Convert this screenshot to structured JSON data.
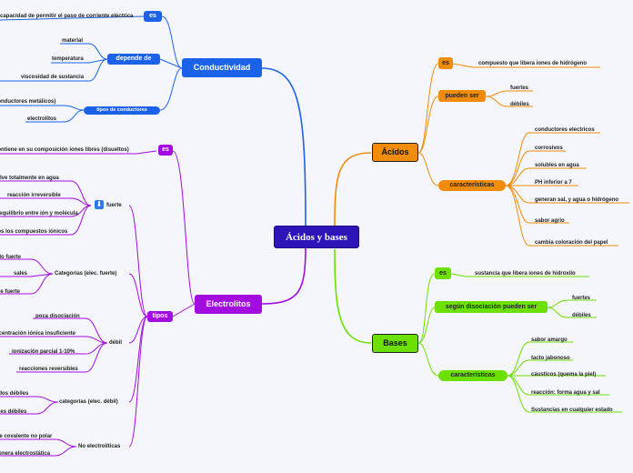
{
  "central": "Ácidos y bases",
  "conductividad": {
    "title": "Conductividad",
    "es": "es",
    "es_text": "capacidad de permitir el paso de corriente eléctrica",
    "depende": "depende de",
    "depende_items": [
      "material",
      "temperatura",
      "viscosidad de sustancia"
    ],
    "tipos": "tipos de conductores",
    "tipos_items": [
      "(conductores metálicos)",
      "electrolitos"
    ]
  },
  "acidos": {
    "title": "Ácidos",
    "es": "es",
    "es_text": "compuesto que libera iones de hidrógeno",
    "pueden": "pueden ser",
    "pueden_items": [
      "fuertes",
      "débiles"
    ],
    "caract": "características",
    "caract_items": [
      "conductores electricos",
      "corrosivos",
      "solubles en agua",
      "PH inferior a 7",
      "generan sal, y agua o hidrógeno",
      "sabor agrio",
      "cambia coloración del papel"
    ]
  },
  "bases": {
    "title": "Bases",
    "es": "es",
    "es_text": "sustancia que libera iones de hidroxilo",
    "segun": "según disociación pueden ser",
    "segun_items": [
      "fuertes",
      "débiles"
    ],
    "caract": "características",
    "caract_items": [
      "sabor amargo",
      "tacto jabonoso",
      "cáusticos (quema la piel)",
      "reacción: forma agua y sal",
      "Sustancias en cualquier estado"
    ]
  },
  "electrolitos": {
    "title": "Electrolitos",
    "es": "es",
    "es_text": "contiene en su composición iones libres (disueltos)",
    "tipos": "tipos",
    "fuerte": "fuerte",
    "fuerte_items": [
      "se disuelve totalmente en agua",
      "reacción irreversible",
      "no hay equilibrio entre ión y molécula",
      "todos los compuestos iónicos"
    ],
    "cat_fuerte": "Categorías (elec. fuerte)",
    "cat_fuerte_items": [
      "ácido fuerte",
      "sales",
      "base fuerte"
    ],
    "debil": "débil",
    "debil_items": [
      "poca disociación",
      "concentración iónica insuficiente",
      "ionización parcial 1-10%",
      "reacciones reversibles"
    ],
    "cat_debil": "categorías (elec. débil)",
    "cat_debil_items": [
      "ácidos débiles",
      "bases débiles"
    ],
    "no_elec": "No electrolíticas",
    "no_elec_items": [
      "enlace covalente no polar",
      "no genera electrostática"
    ]
  },
  "colors": {
    "central": "#2c14b8",
    "blue": "#1c62e8",
    "orange": "#f08c0a",
    "green": "#6ce000",
    "purple": "#a30ce0"
  }
}
